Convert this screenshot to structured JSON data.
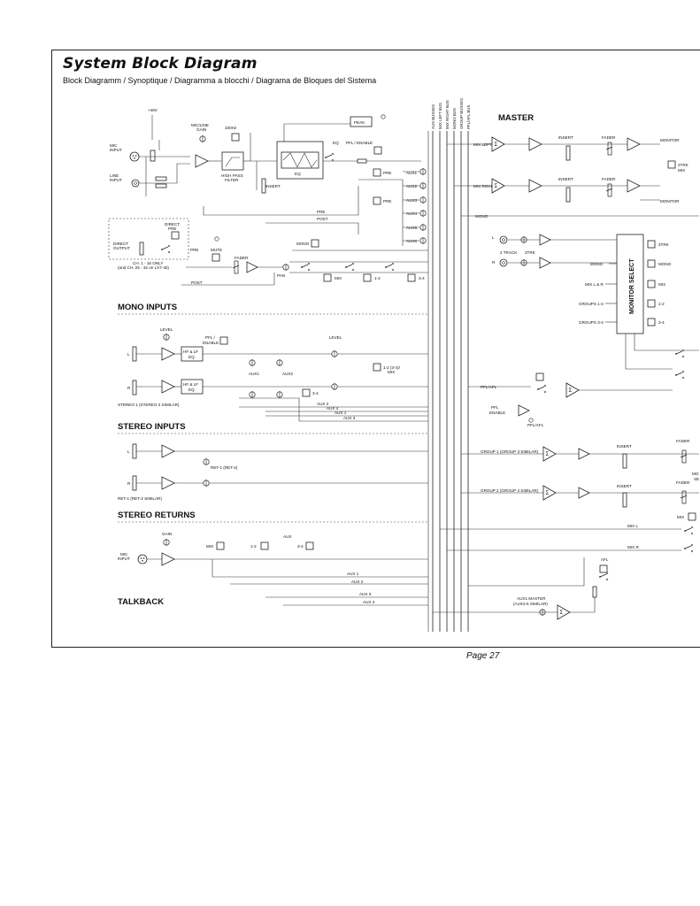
{
  "header": {
    "title": "System Block Diagram",
    "subtitle": "Block Diagramm / Synoptique / Diagramma a blocchi / Diagrama de Bloques del Sistema"
  },
  "footer": {
    "page": "Page 27"
  },
  "sections": {
    "master": "MASTER",
    "mono_inputs": "MONO INPUTS",
    "stereo_inputs": "STEREO INPUTS",
    "stereo_returns": "STEREO RETURNS",
    "talkback": "TALKBACK"
  },
  "buses": [
    "AUX BUSSES",
    "MIX LEFT BUS",
    "MIX RIGHT BUS",
    "MONO BUS",
    "GROUP BUSSES",
    "PFL/AFL BUS"
  ],
  "mono_channel": {
    "plus48": "+48V",
    "mic_input": [
      "MIC",
      "INPUT"
    ],
    "line_input": [
      "LINE",
      "INPUT"
    ],
    "gain": [
      "MIC/LINE",
      "GAIN"
    ],
    "hpf_freq": "100Hz",
    "hpf": [
      "HIGH PASS",
      "FILTER"
    ],
    "eq": "EQ",
    "insert": "INSERT",
    "peak": "PEAK",
    "pfl_enable": "PFL / ENABLE",
    "pre": "PRE",
    "post": "POST",
    "mute": "MUTE",
    "fader": "FADER",
    "pan": "PAN",
    "mono": "MONO",
    "mix": "MIX",
    "g12": "1-2",
    "g34": "3-4",
    "direct_pre": [
      "DIRECT",
      "PRE"
    ],
    "direct_output": [
      "DIRECT",
      "OUTPUT"
    ],
    "ch_note": [
      "CH. 1 - 16 ONLY",
      "(and CH. 25 - 32 on LX7-40)"
    ],
    "auxes": [
      "AUX1",
      "AUX2",
      "AUX3",
      "AUX4",
      "AUX5",
      "AUX6"
    ]
  },
  "stereo_input": {
    "level": "LEVEL",
    "pfl_enable": [
      "PFL /",
      "ENABLE"
    ],
    "eq": [
      "HF & LF",
      "EQ"
    ],
    "aux1": "AUX1",
    "aux2": "AUX2",
    "level2": "LEVEL",
    "g34": "3-4",
    "assign": [
      "1-2 (3-4)/",
      "MIX"
    ],
    "aux_lines": [
      "AUX 2",
      "AUX 4",
      "AUX 1",
      "AUX 3"
    ],
    "note": "STEREO 1 (STEREO 2 SIMILAR)",
    "l": "L",
    "r": "R"
  },
  "stereo_return": {
    "route": "RET-1 (RET-2)",
    "note": "RET-1 (RET-2 SIMILAR)"
  },
  "talkback": {
    "gain": "GAIN",
    "mic_input": [
      "MIC",
      "INPUT"
    ],
    "mix": "MIX",
    "g12": "1-2",
    "aux": "AUX",
    "g34": "3-4",
    "aux_lines": [
      "AUX 1",
      "AUX 2",
      "AUX 3",
      "AUX 4"
    ]
  },
  "master": {
    "mix_left": "MIX LEFT",
    "mix_right": "MIX RIGHT",
    "insert": "INSERT",
    "fader": "FADER",
    "monitor": "MONITOR",
    "mono": "MONO",
    "two_track": [
      "2 TRACK"
    ],
    "l": "L",
    "r": "R",
    "twotrk_small": "2TRK",
    "monitor_select": "MONITOR SELECT",
    "sel_labels": [
      "MONO",
      "MIX L & R",
      "GROUPS 1-2",
      "GROUPS 3-4"
    ],
    "sel_buttons": [
      "2TRK",
      "MONO",
      "MIX",
      "1-2",
      "3-4"
    ],
    "twotrk_mix": [
      "2TRK",
      "MIX"
    ],
    "pfl_afl": "PFL/AFL",
    "pfl_enable": [
      "PFL",
      "ENABLE"
    ],
    "pfl_afl_led": "PFL/AFL",
    "group1": "GROUP 1 (GROUP 3 SIMILAR)",
    "group2": "GROUP 2 (GROUP 4 SIMILAR)",
    "mono_side": [
      "MO",
      "SE"
    ],
    "mix_btn": "MIX",
    "mix_l": "MIX L",
    "mix_r": "MIX R",
    "afl": "AFL",
    "aux_master": [
      "AUX1 MASTER",
      "(AUX2-6 SIMILAR)"
    ]
  }
}
